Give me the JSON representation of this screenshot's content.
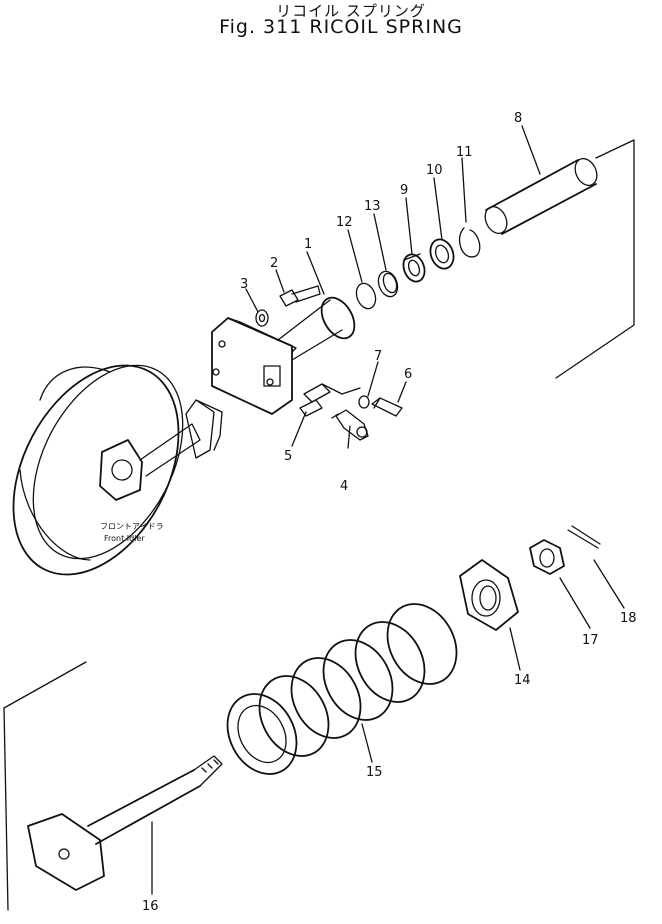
{
  "title_jp": "リコイル スプリング",
  "title_en": "Fig. 311 RICOIL SPRING",
  "front_idler_jp": "フロントアイドラ",
  "front_idler_en": "Front Idler",
  "part_numbers": {
    "p1": "1",
    "p2": "2",
    "p3": "3",
    "p4": "4",
    "p5": "5",
    "p6": "6",
    "p7": "7",
    "p8": "8",
    "p9": "9",
    "p10": "10",
    "p11": "11",
    "p12": "12",
    "p13": "13",
    "p14": "14",
    "p15": "15",
    "p16": "16",
    "p17": "17",
    "p18": "18"
  },
  "line_color": "#111111",
  "background": "#ffffff"
}
